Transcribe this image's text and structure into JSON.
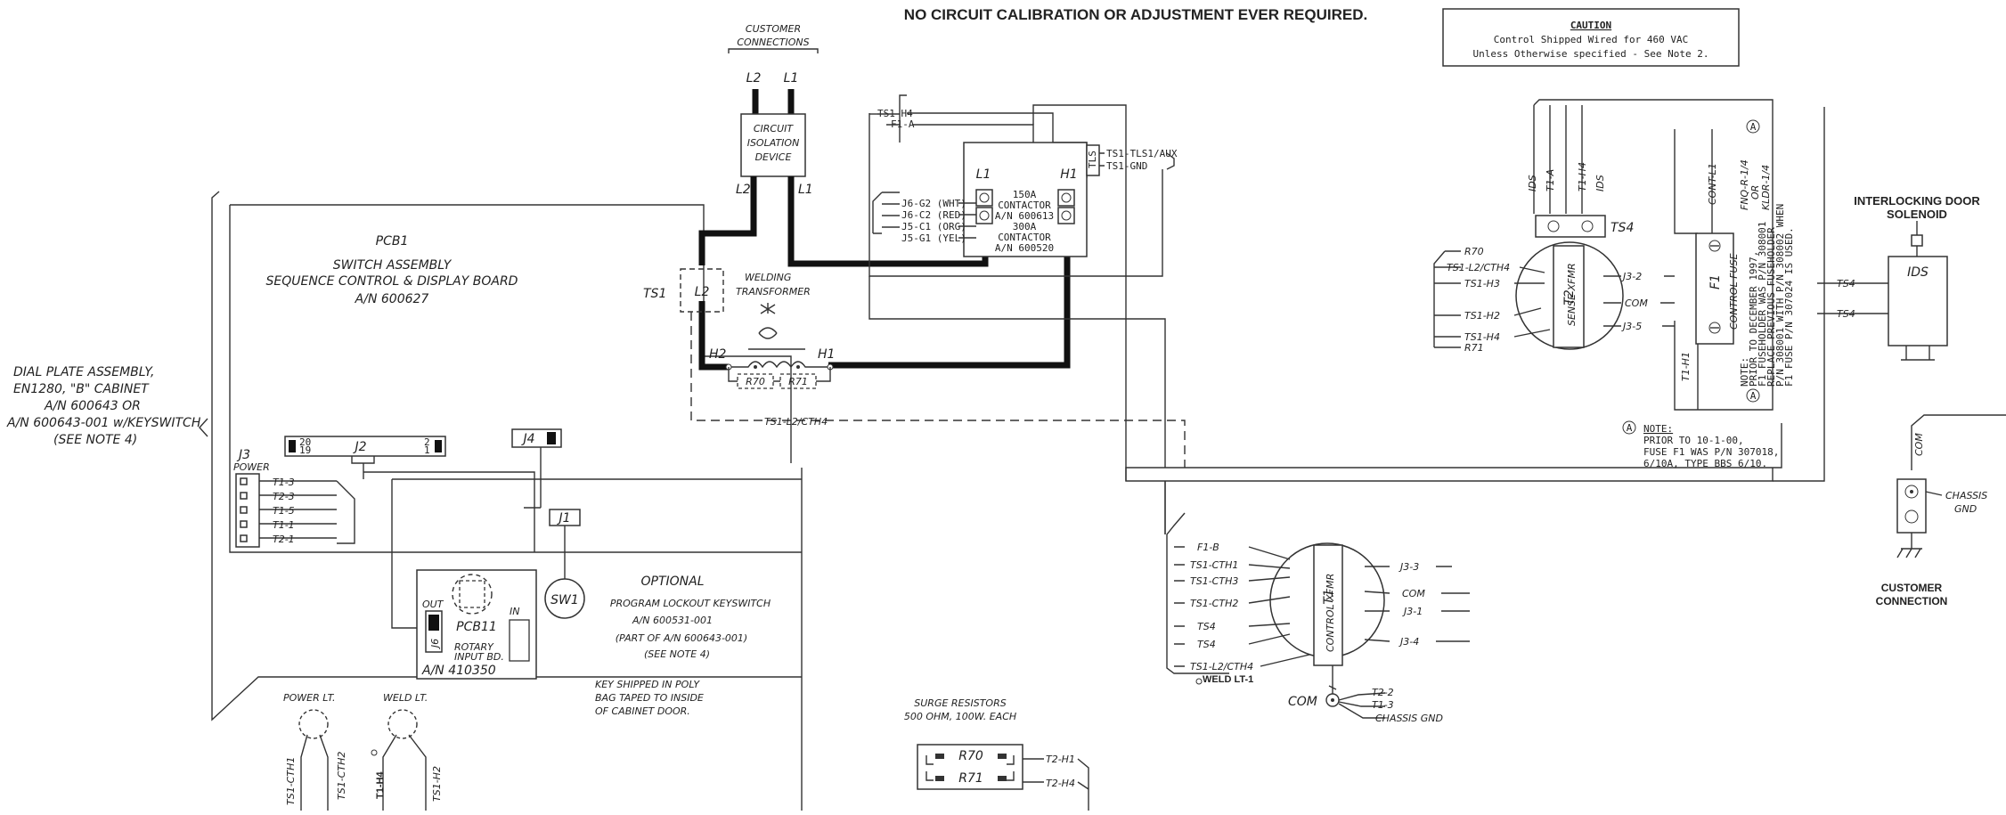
{
  "header": {
    "notice": "NO CIRCUIT CALIBRATION OR ADJUSTMENT EVER REQUIRED.",
    "caution_title": "CAUTION",
    "caution_line1": "Control Shipped Wired for 460 VAC",
    "caution_line2": "Unless Otherwise specified - See Note 2."
  },
  "dial_plate": {
    "line1": "DIAL PLATE ASSEMBLY,",
    "line2": "EN1280, \"B\" CABINET",
    "line3": "A/N 600643   OR",
    "line4": "A/N 600643-001  w/KEYSWITCH",
    "line5": "(SEE NOTE 4)"
  },
  "pcb1": {
    "title": "PCB1",
    "line1": "SWITCH ASSEMBLY",
    "line2": "SEQUENCE CONTROL & DISPLAY BOARD",
    "line3": "A/N 600627",
    "j2": "J2",
    "j2_left_top": "20",
    "j2_left_bot": "19",
    "j2_right_top": "2",
    "j2_right_bot": "1",
    "j3": "J3",
    "power": "POWER",
    "j3_pins": [
      "T1-3",
      "T2-3",
      "T1-5",
      "T1-1",
      "T2-1"
    ],
    "j4": "J4",
    "j1": "J1",
    "sw1": "SW1",
    "pcb11": "PCB11",
    "out": "OUT",
    "in": "IN",
    "j6": "J6",
    "rotary1": "ROTARY",
    "rotary2": "INPUT BD.",
    "pcb11_an": "A/N 410350"
  },
  "optional": {
    "title": "OPTIONAL",
    "line1": "PROGRAM LOCKOUT KEYSWITCH",
    "line2": "A/N 600531-001",
    "line3": "(PART OF A/N 600643-001)",
    "line4": "(SEE NOTE 4)",
    "note1": "KEY SHIPPED IN POLY",
    "note2": "BAG TAPED TO INSIDE",
    "note3": "OF CABINET DOOR."
  },
  "lights": {
    "power": "POWER LT.",
    "weld": "WELD LT.",
    "w1": "TS1-CTH1",
    "w2": "TS1-CTH2",
    "w3": "T1-H4",
    "w4": "TS1-H2"
  },
  "customer": {
    "line1": "CUSTOMER",
    "line2": "CONNECTIONS",
    "l2": "L2",
    "l1": "L1",
    "iso1": "CIRCUIT",
    "iso2": "ISOLATION",
    "iso3": "DEVICE"
  },
  "contactor": {
    "l1": "L1",
    "h1": "H1",
    "line1": "150A",
    "line2": "CONTACTOR",
    "line3": "A/N 600613",
    "line4": "300A",
    "line5": "CONTACTOR",
    "line6": "A/N 600520",
    "tls": "TLS",
    "top1": "TS1-H4",
    "top2": "F1-A",
    "right1": "TS1-TLS1/AUX",
    "right2": "TS1-GND",
    "left": [
      "J6-G2 (WHT)",
      "J6-C2 (RED)",
      "J5-C1 (ORG)",
      "J5-G1 (YEL)"
    ]
  },
  "transformer": {
    "ts1": "TS1",
    "l2": "L2",
    "title1": "WELDING",
    "title2": "TRANSFORMER",
    "h2": "H2",
    "h1": "H1",
    "r70": "R70",
    "r71": "R71",
    "ts1_cth4": "TS1-L2/CTH4"
  },
  "surge": {
    "title1": "SURGE RESISTORS",
    "title2": "500 OHM, 100W. EACH",
    "r70": "R70",
    "r71": "R71",
    "w1": "T2-H1",
    "w2": "T2-H4"
  },
  "t1": {
    "label1": "T1",
    "label2": "CONTROL XFMR",
    "left": [
      "F1-B",
      "TS1-CTH1",
      "TS1-CTH3",
      "TS1-CTH2",
      "TS4",
      "TS4",
      "TS1-L2/CTH4"
    ],
    "right": [
      "J3-3",
      "COM",
      "J3-1",
      "J3-4"
    ],
    "weld": "WELD LT-1",
    "com": "COM",
    "bottom": [
      "T2-2",
      "T1-3",
      "CHASSIS GND"
    ]
  },
  "t2": {
    "label1": "T2",
    "label2": "SENSE XFMR",
    "left": [
      "R70",
      "TS1-L2/CTH4",
      "TS1-H3",
      "TS1-H2",
      "TS1-H4",
      "R71"
    ],
    "right": [
      "J3-2",
      "COM",
      "J3-5"
    ],
    "top": [
      "IDS",
      "T1-A",
      "T1-H4",
      "IDS"
    ],
    "ts4": "TS4"
  },
  "fuse": {
    "f1": "F1",
    "label": "CONTROL FUSE",
    "top": "CONT-L1",
    "bottom": "T1-H1",
    "rating1": "FNQ-R-1/4",
    "rating2": "OR",
    "rating3": "KLDR-1/4",
    "marker": "A",
    "note": [
      "NOTE:",
      "PRIOR TO DECEMBER 1997,",
      "F1 FUSEHOLDER WAS P/N 308001",
      "REPLACE PREVIOUS FUSEHOLDER",
      "P/N 308001 WITH P/N 308002 WHEN",
      "F1 FUSE P/N 307024 IS USED."
    ]
  },
  "ids": {
    "title1": "INTERLOCKING DOOR",
    "title2": "SOLENOID",
    "label": "IDS",
    "w1": "TS4",
    "w2": "TS4"
  },
  "note_a": {
    "marker": "A",
    "line1": "NOTE:",
    "line2": "PRIOR TO 10-1-00,",
    "line3": "FUSE F1 WAS P/N 307018,",
    "line4": "6/10A, TYPE BBS 6/10."
  },
  "chassis": {
    "com": "COM",
    "gnd1": "CHASSIS",
    "gnd2": "GND",
    "cust1": "CUSTOMER",
    "cust2": "CONNECTION"
  }
}
